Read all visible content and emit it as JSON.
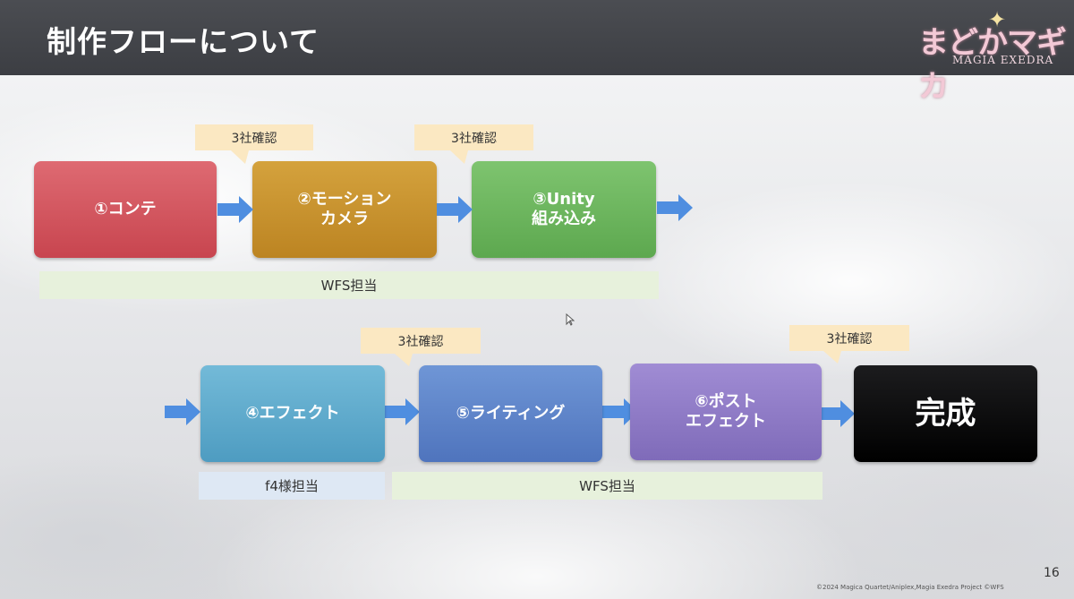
{
  "header": {
    "title": "制作フローについて",
    "logo_main": "まどかマギカ",
    "logo_sub": "MAGIA EXEDRA"
  },
  "steps": [
    {
      "id": "b1",
      "lines": [
        "①コンテ"
      ],
      "color": "#c8454f"
    },
    {
      "id": "b2",
      "lines": [
        "②モーション",
        "カメラ"
      ],
      "color": "#bc8422"
    },
    {
      "id": "b3",
      "lines": [
        "③Unity",
        "組み込み"
      ],
      "color": "#5da84f"
    },
    {
      "id": "b4",
      "lines": [
        "④エフェクト"
      ],
      "color": "#4e9cc1"
    },
    {
      "id": "b5",
      "lines": [
        "⑤ライティング"
      ],
      "color": "#4f74bd"
    },
    {
      "id": "b6",
      "lines": [
        "⑥ポスト",
        "エフェクト"
      ],
      "color": "#7f6bb9"
    },
    {
      "id": "b7",
      "lines": [
        "完成"
      ],
      "color": "#000000"
    }
  ],
  "callouts": [
    {
      "text": "3社確認"
    },
    {
      "text": "3社確認"
    },
    {
      "text": "3社確認"
    },
    {
      "text": "3社確認"
    }
  ],
  "bars": [
    {
      "text": "WFS担当"
    },
    {
      "text": "f4様担当"
    },
    {
      "text": "WFS担当"
    }
  ],
  "footer": {
    "page_number": "16",
    "copyright": "©2024 Magica Quartet/Aniplex,Magia Exedra Project ©WFS"
  },
  "colors": {
    "arrow": "#4f8ee0",
    "callout_bg": "#fbe8c2",
    "bar_green": "#e7f1dc",
    "bar_blue": "#dee8f4"
  }
}
